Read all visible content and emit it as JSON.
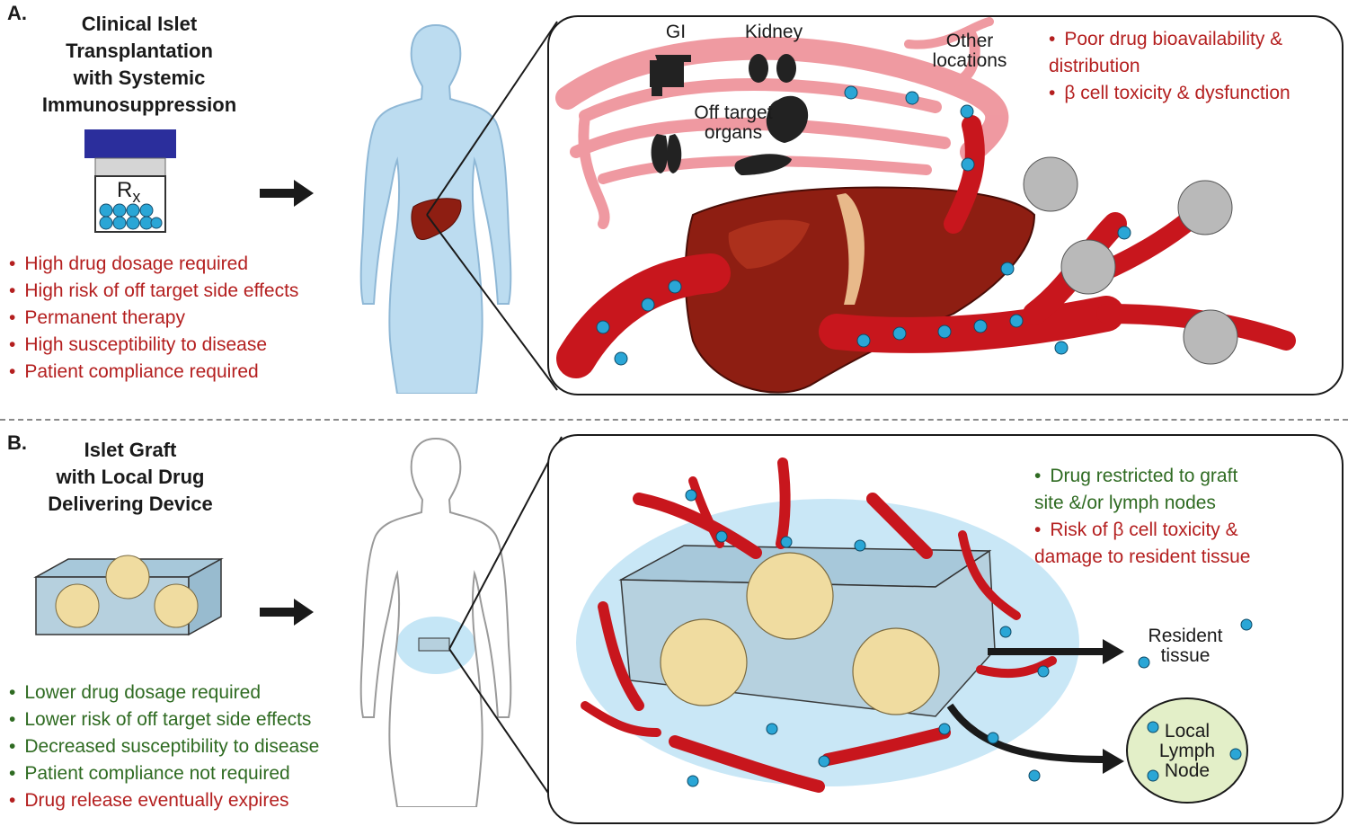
{
  "panel_a": {
    "letter": "A.",
    "title": [
      "Clinical Islet",
      "Transplantation",
      "with Systemic",
      "Immunosuppression"
    ],
    "rx_label": "R",
    "rx_sub": "x",
    "bullets": [
      {
        "text": "High drug dosage required",
        "color": "#b41f1f"
      },
      {
        "text": "High risk of off target side effects",
        "color": "#b41f1f"
      },
      {
        "text": "Permanent therapy",
        "color": "#b41f1f"
      },
      {
        "text": "High susceptibility to disease",
        "color": "#b41f1f"
      },
      {
        "text": "Patient compliance required",
        "color": "#b41f1f"
      }
    ],
    "zoom": {
      "organ_labels": {
        "gi": "GI",
        "kidney": "Kidney",
        "off_target": "Off target organs",
        "other": "Other locations"
      },
      "notes": [
        {
          "text": "Poor drug bioavailability & distribution",
          "color": "#b41f1f"
        },
        {
          "text": "β cell toxicity & dysfunction",
          "color": "#b41f1f"
        }
      ]
    }
  },
  "panel_b": {
    "letter": "B.",
    "title": [
      "Islet Graft",
      "with Local Drug",
      "Delivering Device"
    ],
    "bullets": [
      {
        "text": "Lower drug dosage required",
        "color": "#2f6b22"
      },
      {
        "text": "Lower risk of off target side effects",
        "color": "#2f6b22"
      },
      {
        "text": "Decreased susceptibility to disease",
        "color": "#2f6b22"
      },
      {
        "text": "Patient compliance not required",
        "color": "#2f6b22"
      },
      {
        "text": "Drug release eventually expires",
        "color": "#b41f1f"
      }
    ],
    "zoom": {
      "notes": [
        {
          "text": "Drug restricted to graft site &/or lymph nodes",
          "color": "#2f6b22"
        },
        {
          "text": "Risk of β cell toxicity & damage to resident tissue",
          "color": "#b41f1f"
        }
      ],
      "resident_tissue": "Resident tissue",
      "lymph_node": "Local Lymph Node"
    }
  },
  "colors": {
    "vessel": "#c8161d",
    "liver": "#8e1e12",
    "drug": "#2aa6d6",
    "glow": "#bfe3f5",
    "body_a": "#bcdcf0",
    "node_fill": "#e3efc8"
  }
}
